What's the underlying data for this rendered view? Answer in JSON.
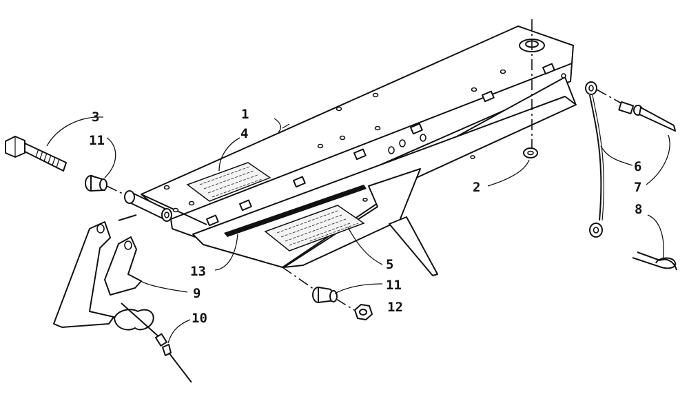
{
  "callouts": {
    "c1": "1",
    "c2": "2",
    "c3": "3",
    "c4": "4",
    "c5": "5",
    "c6": "6",
    "c7": "7",
    "c8": "8",
    "c9": "9",
    "c10": "10",
    "c11a": "11",
    "c11b": "11",
    "c12": "12",
    "c13": "13"
  }
}
